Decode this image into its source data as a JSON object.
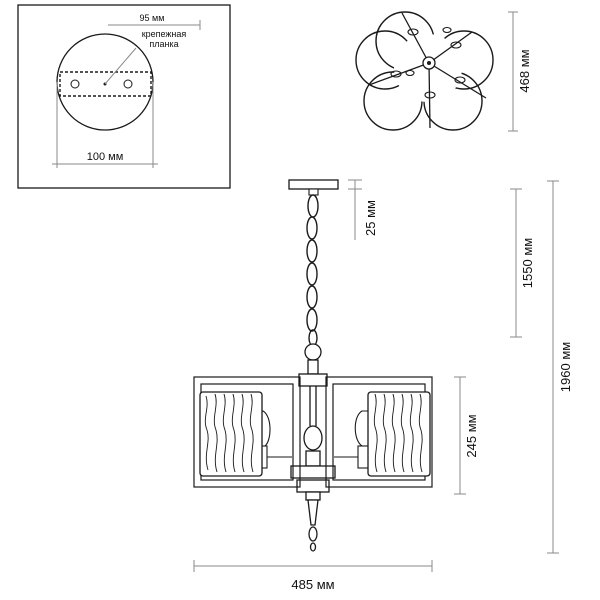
{
  "mount_detail": {
    "bracket_width": "95 мм",
    "bracket_label_line1": "крепежная",
    "bracket_label_line2": "планка",
    "canopy_diameter": "100 мм"
  },
  "dimensions": {
    "top_view_size": "468 мм",
    "canopy_height": "25 мм",
    "chain_length": "1550 мм",
    "total_height": "1960 мм",
    "body_height": "245 мм",
    "body_width": "485 мм"
  }
}
